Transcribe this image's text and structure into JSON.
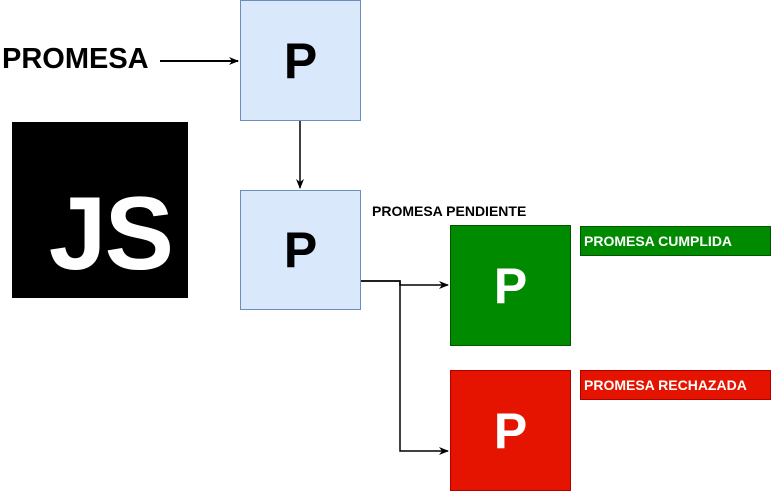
{
  "diagram": {
    "input_label": "PROMESA",
    "logo_text": "JS",
    "nodes": {
      "initial": "P",
      "pending": "P",
      "fulfilled": "P",
      "rejected": "P"
    },
    "labels": {
      "pending": "PROMESA PENDIENTE",
      "fulfilled": "PROMESA CUMPLIDA",
      "rejected": "PROMESA RECHAZADA"
    },
    "colors": {
      "node_fill": "#dae8fc",
      "node_stroke": "#6c8ebf",
      "fulfilled": "#008a00",
      "rejected": "#e51400",
      "logo_background": "#000000"
    }
  }
}
